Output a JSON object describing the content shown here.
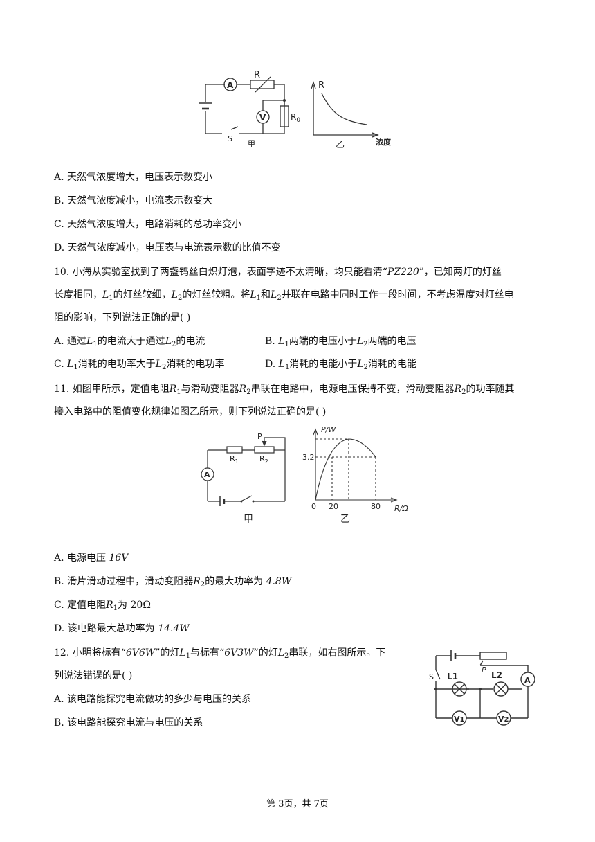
{
  "fig1": {
    "ammeter": "A",
    "voltmeter": "V",
    "resistor": "R",
    "r0": "R",
    "r0_sub": "0",
    "switch": "S",
    "jia": "甲",
    "axis_r": "R",
    "yi": "乙",
    "nongdu": "浓度"
  },
  "q9": {
    "A": "A. 天然气浓度增大，电压表示数变小",
    "B": "B. 天然气浓度减小，电流表示数变大",
    "C": "C. 天然气浓度增大，电路消耗的总功率变小",
    "D": "D. 天然气浓度减小，电压表与电流表示数的比值不变"
  },
  "q10": {
    "l1_a": "10. 小海从实验室找到了两盏钨丝白炽灯泡，表面字迹不太清晰，均只能看清“",
    "l1_b": "PZ220",
    "l1_c": "”，已知两灯的灯丝",
    "l2_a": "长度相同，",
    "l2_b": "的灯丝较细，",
    "l2_c": "的灯丝较粗。将",
    "l2_d": "和",
    "l2_e": "并联在电路中同时工作一段时间，不考虑温度对灯丝电",
    "l3": "阻的影响，下列说法正确的是(    )",
    "A_a": "A. 通过",
    "A_b": "的电流大于通过",
    "A_c": "的电流",
    "B_a": "B. ",
    "B_b": "两端的电压小于",
    "B_c": "两端的电压",
    "C_a": "C. ",
    "C_b": "消耗的电功率大于",
    "C_c": "消耗的电功率",
    "D_a": "D. ",
    "D_b": "消耗的电能小于",
    "D_c": "消耗的电能",
    "L": "L",
    "s1": "1",
    "s2": "2"
  },
  "q11": {
    "l1_a": "11. 如图甲所示，定值电阻",
    "l1_b": "与滑动变阻器",
    "l1_c": "串联在电路中，电源电压保持不变，滑动变阻器",
    "l1_d": "的功率随其",
    "l2": "接入电路中的阻值变化规律如图乙所示，则下列说法正确的是(    )",
    "A_a": "A. 电源电压 ",
    "A_b": "16V",
    "B_a": "B. 滑片滑动过程中，滑动变阻器",
    "B_b": "的最大功率为 ",
    "B_c": "4.8W",
    "C_a": "C. 定值电阻",
    "C_b": "为 ",
    "C_c": "20Ω",
    "D_a": "D. 该电路最大总功率为 ",
    "D_b": "14.4W",
    "R": "R",
    "s1": "1",
    "s2": "2"
  },
  "fig2": {
    "p": "P",
    "r1": "R",
    "r1_sub": "1",
    "r2": "R",
    "r2_sub": "2",
    "ammeter": "A",
    "jia": "甲",
    "ylabel": "P/W",
    "y_tick": "3.2",
    "x0": "0",
    "x20": "20",
    "x80": "80",
    "xlabel": "R/Ω",
    "yi": "乙"
  },
  "q12": {
    "l1_a": "12. 小明将标有“",
    "l1_b": "6V6W",
    "l1_c": "”的灯",
    "l1_d": "与标有“",
    "l1_e": "6V3W",
    "l1_f": "”的灯",
    "l1_g": "串联，如右图所示。下",
    "l2": "列说法错误的是(    )",
    "A": "A. 该电路能探究电流做功的多少与电压的关系",
    "B": "B. 该电路能探究电流与电压的关系",
    "L": "L",
    "s1": "1",
    "s2": "2"
  },
  "fig3": {
    "s": "S",
    "p": "P",
    "l1": "L1",
    "l2": "L2",
    "ammeter": "A",
    "v1": "V",
    "v1_sub": "1",
    "v2": "V",
    "v2_sub": "2"
  },
  "footer": "第 3页，共 7页"
}
